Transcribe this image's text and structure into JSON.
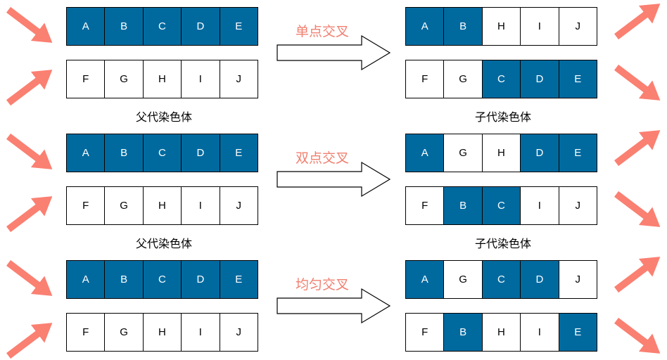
{
  "colors": {
    "highlight": "#006a9f",
    "operation_text": "#f08070",
    "deco_arrow": "#fa8072"
  },
  "icons": {
    "operation_arrow": "hollow-right-arrow-icon",
    "side_arrow": "salmon-arrow-icon"
  },
  "rows": [
    {
      "operation": "单点交叉",
      "parent_caption": "父代染色体",
      "child_caption": "子代染色体",
      "parents": [
        [
          {
            "t": "A",
            "h": true
          },
          {
            "t": "B",
            "h": true
          },
          {
            "t": "C",
            "h": true
          },
          {
            "t": "D",
            "h": true
          },
          {
            "t": "E",
            "h": true
          }
        ],
        [
          {
            "t": "F",
            "h": false
          },
          {
            "t": "G",
            "h": false
          },
          {
            "t": "H",
            "h": false
          },
          {
            "t": "I",
            "h": false
          },
          {
            "t": "J",
            "h": false
          }
        ]
      ],
      "children": [
        [
          {
            "t": "A",
            "h": true
          },
          {
            "t": "B",
            "h": true
          },
          {
            "t": "H",
            "h": false
          },
          {
            "t": "I",
            "h": false
          },
          {
            "t": "J",
            "h": false
          }
        ],
        [
          {
            "t": "F",
            "h": false
          },
          {
            "t": "G",
            "h": false
          },
          {
            "t": "C",
            "h": true
          },
          {
            "t": "D",
            "h": true
          },
          {
            "t": "E",
            "h": true
          }
        ]
      ]
    },
    {
      "operation": "双点交叉",
      "parent_caption": "父代染色体",
      "child_caption": "子代染色体",
      "parents": [
        [
          {
            "t": "A",
            "h": true
          },
          {
            "t": "B",
            "h": true
          },
          {
            "t": "C",
            "h": true
          },
          {
            "t": "D",
            "h": true
          },
          {
            "t": "E",
            "h": true
          }
        ],
        [
          {
            "t": "F",
            "h": false
          },
          {
            "t": "G",
            "h": false
          },
          {
            "t": "H",
            "h": false
          },
          {
            "t": "I",
            "h": false
          },
          {
            "t": "J",
            "h": false
          }
        ]
      ],
      "children": [
        [
          {
            "t": "A",
            "h": true
          },
          {
            "t": "G",
            "h": false
          },
          {
            "t": "H",
            "h": false
          },
          {
            "t": "D",
            "h": true
          },
          {
            "t": "E",
            "h": true
          }
        ],
        [
          {
            "t": "F",
            "h": false
          },
          {
            "t": "B",
            "h": true
          },
          {
            "t": "C",
            "h": true
          },
          {
            "t": "I",
            "h": false
          },
          {
            "t": "J",
            "h": false
          }
        ]
      ]
    },
    {
      "operation": "均匀交叉",
      "parent_caption": "",
      "child_caption": "",
      "parents": [
        [
          {
            "t": "A",
            "h": true
          },
          {
            "t": "B",
            "h": true
          },
          {
            "t": "C",
            "h": true
          },
          {
            "t": "D",
            "h": true
          },
          {
            "t": "E",
            "h": true
          }
        ],
        [
          {
            "t": "F",
            "h": false
          },
          {
            "t": "G",
            "h": false
          },
          {
            "t": "H",
            "h": false
          },
          {
            "t": "I",
            "h": false
          },
          {
            "t": "J",
            "h": false
          }
        ]
      ],
      "children": [
        [
          {
            "t": "A",
            "h": true
          },
          {
            "t": "G",
            "h": false
          },
          {
            "t": "C",
            "h": true
          },
          {
            "t": "D",
            "h": true
          },
          {
            "t": "J",
            "h": false
          }
        ],
        [
          {
            "t": "F",
            "h": false
          },
          {
            "t": "B",
            "h": true
          },
          {
            "t": "H",
            "h": false
          },
          {
            "t": "I",
            "h": false
          },
          {
            "t": "E",
            "h": true
          }
        ]
      ]
    }
  ]
}
